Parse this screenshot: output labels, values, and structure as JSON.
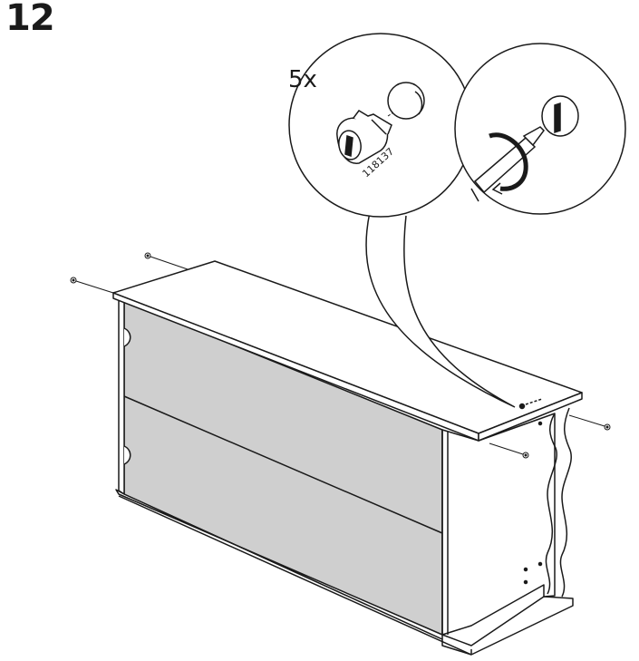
{
  "step": {
    "number": "12"
  },
  "detail": {
    "quantity": "5x",
    "part_number": "118137"
  },
  "colors": {
    "line": "#1a1a1a",
    "panel_fill": "#cfcfcf",
    "background": "#ffffff"
  },
  "icons": {
    "cam_lock": "cam-lock-fitting",
    "screwdriver": "screwdriver",
    "rotation": "clockwise-turn-arrow"
  }
}
